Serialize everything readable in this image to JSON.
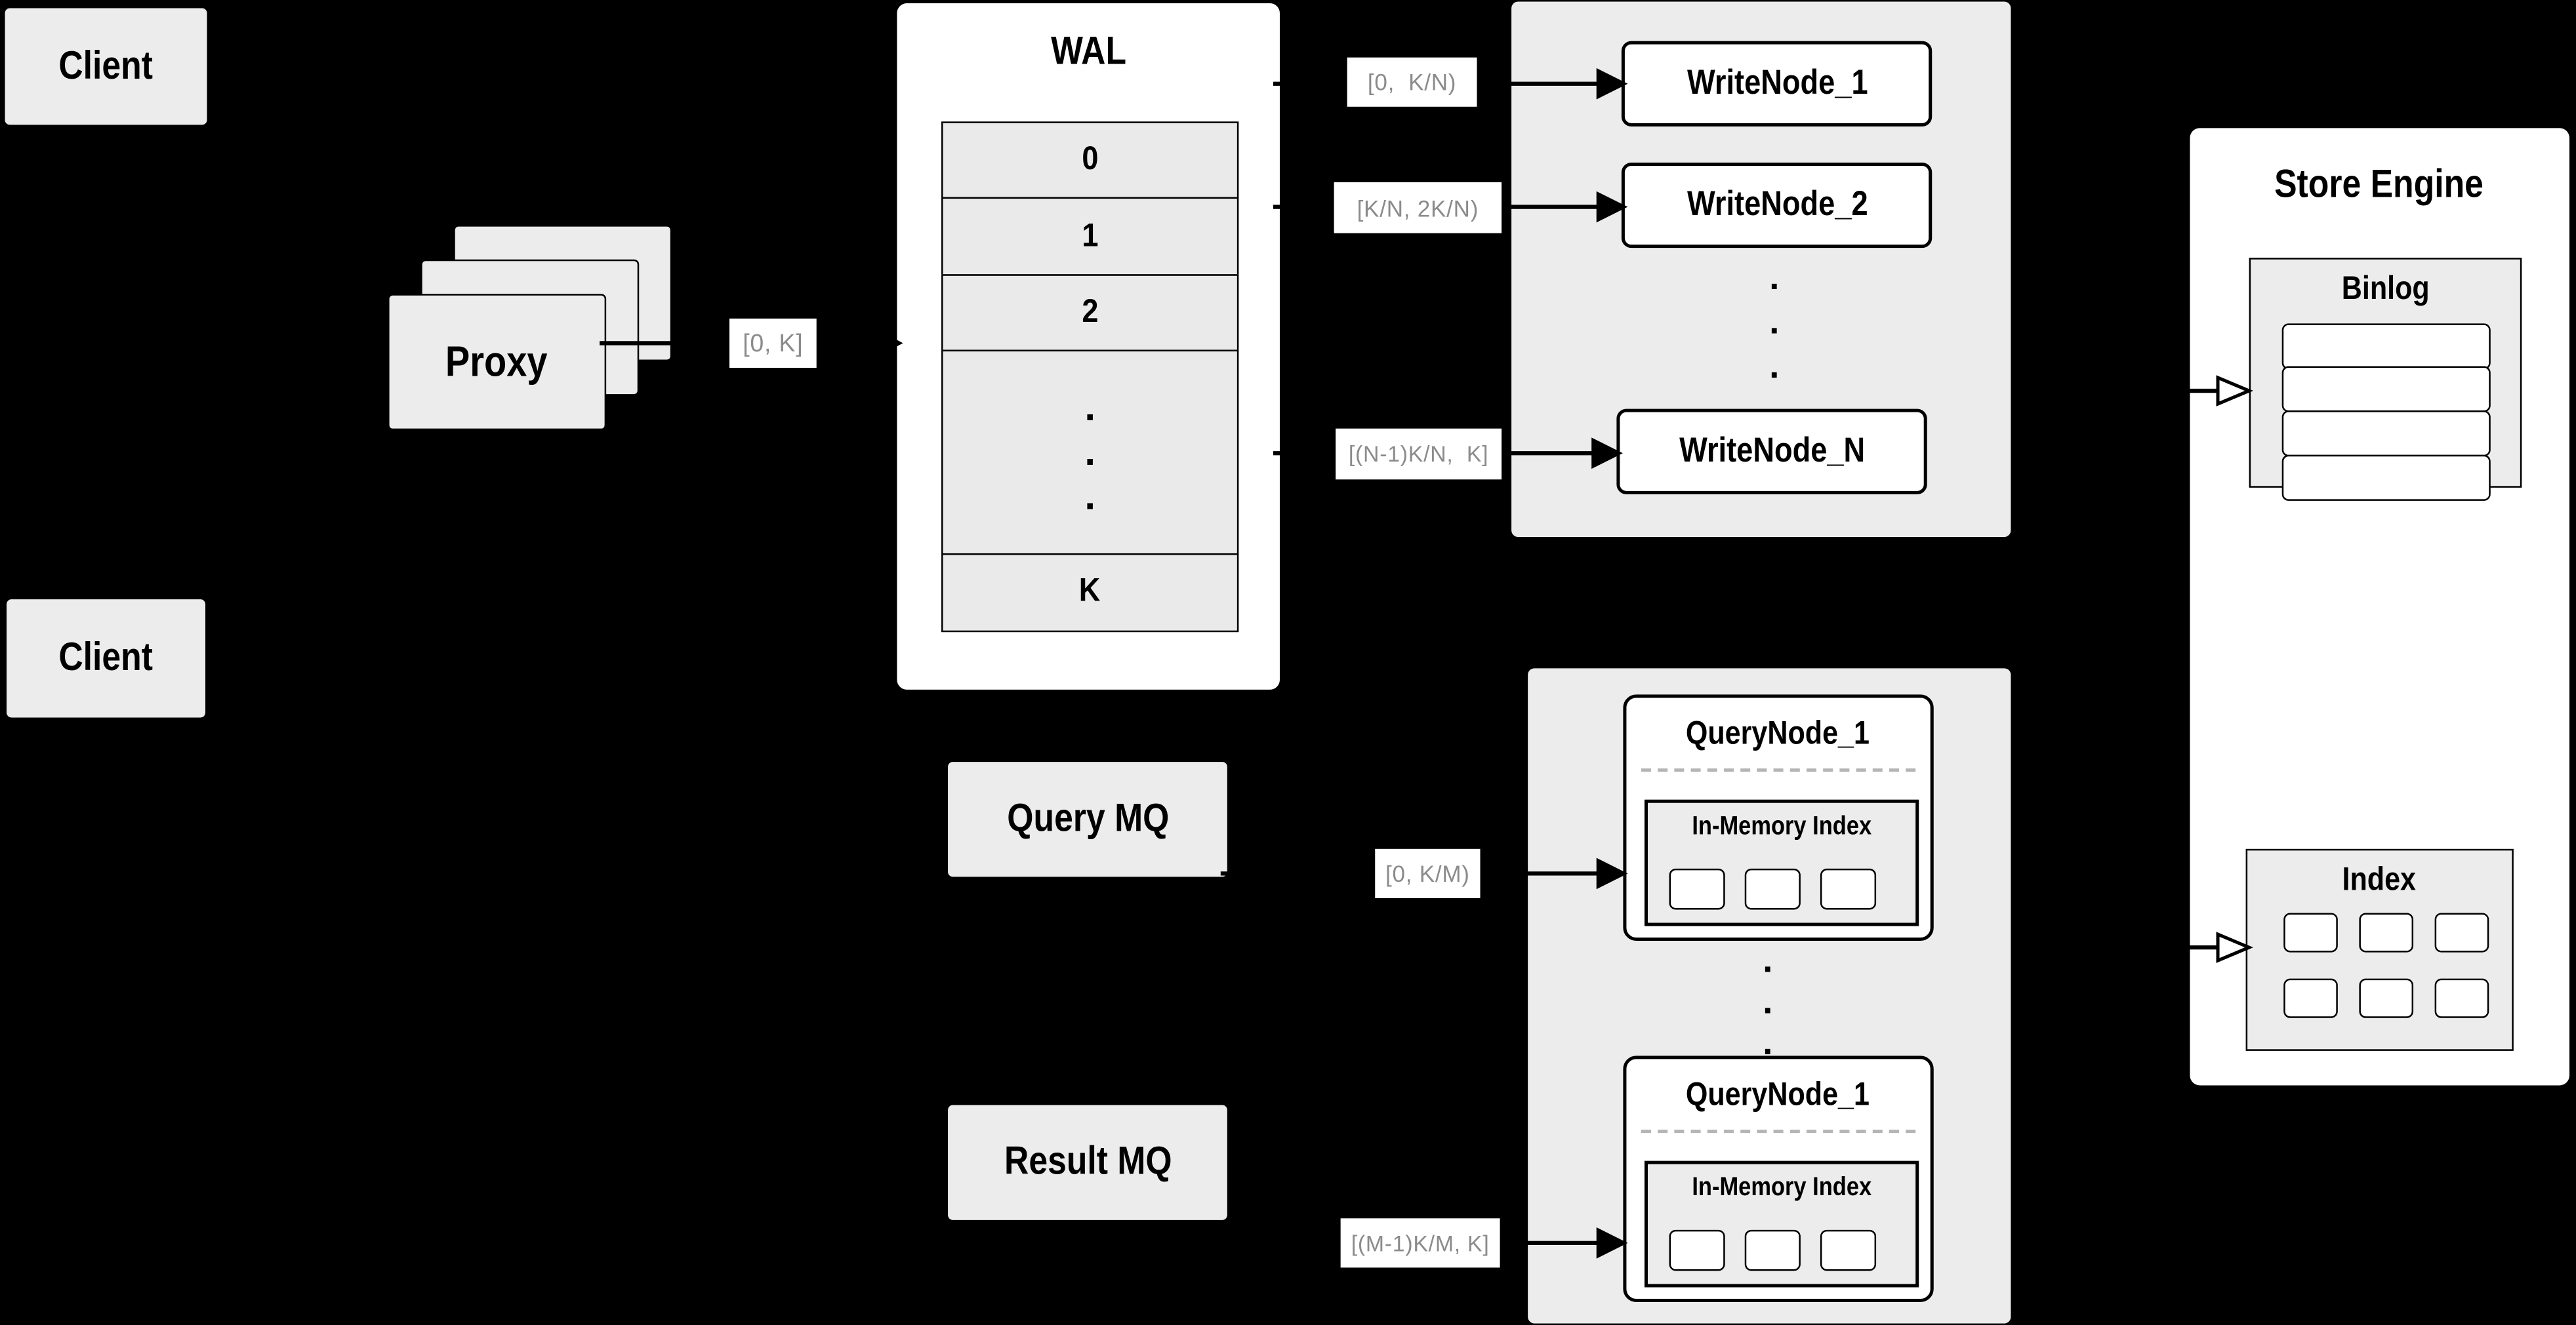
{
  "colors": {
    "background": "#000000",
    "box_fill": "#ececec",
    "wal_row_fill": "#eaeaea",
    "node_fill": "#ffffff",
    "border": "#000000",
    "range_text": "#8b8b8b",
    "dashed_line": "#b5b5b5"
  },
  "glyphs": {
    "dot": "."
  },
  "clients": {
    "top": {
      "label": "Client"
    },
    "bottom": {
      "label": "Client"
    }
  },
  "proxy": {
    "label": "Proxy",
    "range_label": "[0, K]"
  },
  "wal": {
    "title": "WAL",
    "rows": [
      "0",
      "1",
      "2"
    ],
    "tail_row": "K"
  },
  "write_section": {
    "ranges": {
      "node_1": "[0,  K/N)",
      "node_2": "[K/N, 2K/N)",
      "node_n": "[(N-1)K/N,  K]"
    },
    "nodes": {
      "node_1": "WriteNode_1",
      "node_2": "WriteNode_2",
      "node_n": "WriteNode_N"
    }
  },
  "mq": {
    "query": {
      "label": "Query MQ"
    },
    "result": {
      "label": "Result MQ"
    }
  },
  "query_section": {
    "ranges": {
      "node_1": "[0, K/M)",
      "node_m": "[(M-1)K/M, K]"
    },
    "nodes": {
      "top": {
        "title": "QueryNode_1",
        "index_label": "In-Memory Index"
      },
      "bottom": {
        "title": "QueryNode_1",
        "index_label": "In-Memory Index"
      }
    }
  },
  "store_engine": {
    "title": "Store Engine",
    "binlog": {
      "title": "Binlog"
    },
    "index": {
      "title": "Index"
    }
  }
}
